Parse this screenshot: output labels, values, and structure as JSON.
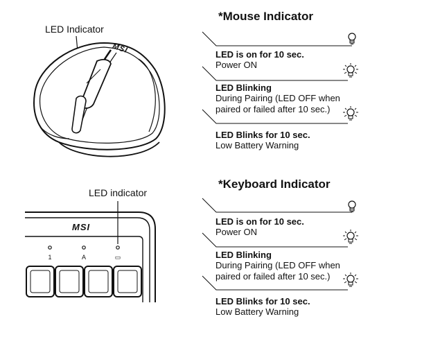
{
  "mouse": {
    "heading": "*Mouse Indicator",
    "led_label": "LED Indicator",
    "brand": "MSI",
    "entries": [
      {
        "title": "LED is on for 10 sec.",
        "lines": [
          "Power ON"
        ],
        "icon": "bulb-icon"
      },
      {
        "title": "LED Blinking",
        "lines": [
          "During Pairing (LED OFF when",
          "paired or failed after 10 sec.)"
        ],
        "icon": "blinking-bulb-icon"
      },
      {
        "title": "LED Blinks for 10 sec.",
        "lines": [
          "Low Battery Warning"
        ],
        "icon": "blinking-bulb-icon"
      }
    ]
  },
  "keyboard": {
    "heading": "*Keyboard Indicator",
    "led_label": "LED indicator",
    "brand": "MSI",
    "indicator_symbols": [
      "1",
      "A",
      "▭"
    ],
    "entries": [
      {
        "title": "LED is on for 10 sec.",
        "lines": [
          "Power ON"
        ],
        "icon": "bulb-icon"
      },
      {
        "title": "LED Blinking",
        "lines": [
          "During Pairing (LED OFF when",
          "paired or failed after 10 sec.)"
        ],
        "icon": "blinking-bulb-icon"
      },
      {
        "title": "LED Blinks for 10 sec.",
        "lines": [
          "Low Battery Warning"
        ],
        "icon": "blinking-bulb-icon"
      }
    ]
  }
}
